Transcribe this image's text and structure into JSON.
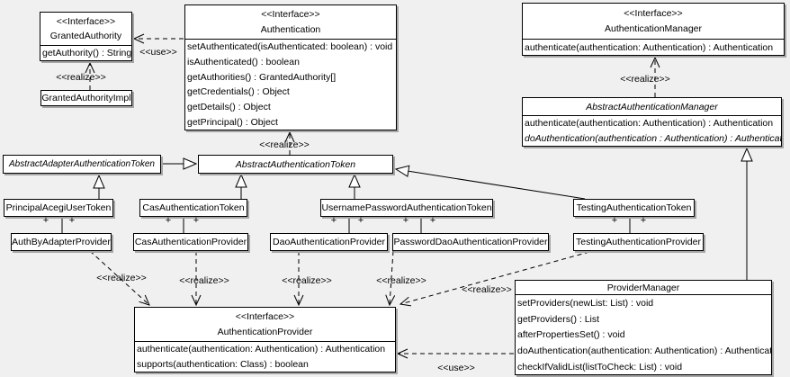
{
  "colors": {
    "background": "#f0f0f0",
    "box_fill": "#ffffff",
    "box_border": "#000000",
    "box_shadow": "#a6a6a6",
    "line": "#000000"
  },
  "labels": {
    "use": "<<use>>",
    "realize": "<<realize>>",
    "plus": "+",
    "interface_stereotype": "<<Interface>>"
  },
  "classes": {
    "granted_authority": {
      "stereotype": "<<Interface>>",
      "name": "GrantedAuthority",
      "methods": [
        "getAuthority() : String"
      ]
    },
    "granted_authority_impl": {
      "name": "GrantedAuthorityImpl"
    },
    "authentication": {
      "stereotype": "<<Interface>>",
      "name": "Authentication",
      "methods": [
        "setAuthenticated(isAuthenticated: boolean) : void",
        "isAuthenticated() : boolean",
        "getAuthorities() : GrantedAuthority[]",
        "getCredentials() : Object",
        "getDetails() : Object",
        "getPrincipal() : Object"
      ]
    },
    "authentication_manager": {
      "stereotype": "<<Interface>>",
      "name": "AuthenticationManager",
      "methods": [
        "authenticate(authentication: Authentication) : Authentication"
      ]
    },
    "abstract_authentication_manager": {
      "name": "AbstractAuthenticationManager",
      "methods": [
        "authenticate(authentication: Authentication) : Authentication",
        "doAuthentication(authentication : Authentication) : Authentication"
      ]
    },
    "abstract_adapter_authentication_token": {
      "name": "AbstractAdapterAuthenticationToken"
    },
    "abstract_authentication_token": {
      "name": "AbstractAuthenticationToken"
    },
    "principal_acegi_user_token": {
      "name": "PrincipalAcegiUserToken"
    },
    "cas_authentication_token": {
      "name": "CasAuthenticationToken"
    },
    "username_password_authentication_token": {
      "name": "UsernamePasswordAuthenticationToken"
    },
    "testing_authentication_token": {
      "name": "TestingAuthenticationToken"
    },
    "auth_by_adapter_provider": {
      "name": "AuthByAdapterProvider"
    },
    "cas_authentication_provider": {
      "name": "CasAuthenticationProvider"
    },
    "dao_authentication_provider": {
      "name": "DaoAuthenticationProvider"
    },
    "password_dao_authentication_provider": {
      "name": "PasswordDaoAuthenticationProvider"
    },
    "testing_authentication_provider": {
      "name": "TestingAuthenticationProvider"
    },
    "authentication_provider": {
      "stereotype": "<<Interface>>",
      "name": "AuthenticationProvider",
      "methods": [
        "authenticate(authentication: Authentication) : Authentication",
        "supports(authentication: Class) : boolean"
      ]
    },
    "provider_manager": {
      "name": "ProviderManager",
      "methods": [
        "setProviders(newList: List) : void",
        "getProviders() : List",
        "afterPropertiesSet() : void",
        "doAuthentication(authentication: Authentication) : Authentication",
        "checkIfValidList(listToCheck: List) : void"
      ]
    }
  }
}
